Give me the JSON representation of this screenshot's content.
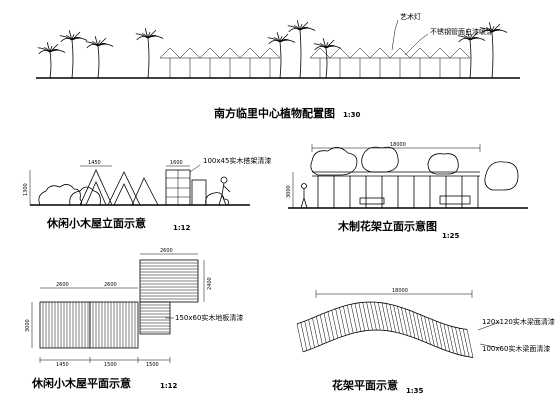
{
  "titles": {
    "plant_layout": "南方临里中心植物配置图",
    "plant_layout_scale": "1:30",
    "cabin_elevation": "休闲小木屋立面示意",
    "cabin_elevation_scale": "1:12",
    "pergola_elevation": "木制花架立面示意图",
    "pergola_elevation_scale": "1:25",
    "cabin_plan": "休闲小木屋平面示意",
    "cabin_plan_scale": "1:12",
    "pergola_plan": "花架平面示意",
    "pergola_plan_scale": "1:35"
  },
  "notes": {
    "art_lamp": "艺术灯",
    "steel_pipe": "不锈钢管面白漆喷涂",
    "timber_frame": "100x45实木搭架清漆",
    "timber_floor": "150x60实木地板清漆",
    "timber_beam_top": "120x120实木梁面清漆",
    "timber_beam_bottom": "100x60实木梁面清漆"
  },
  "dimensions": {
    "cabin_width": "1450",
    "cabin_height": "1300",
    "cabin_side": "1600",
    "pergola_length": "18000",
    "pergola_height": "3000",
    "plan_top": "2600",
    "plan_left_top": "2600",
    "plan_mid_top": "2600",
    "plan_right": "2400",
    "plan_left_side": "3000",
    "plan_bottom_1": "1450",
    "plan_bottom_2": "1500",
    "plan_bottom_3": "1500",
    "pergola_plan_length": "18000"
  }
}
